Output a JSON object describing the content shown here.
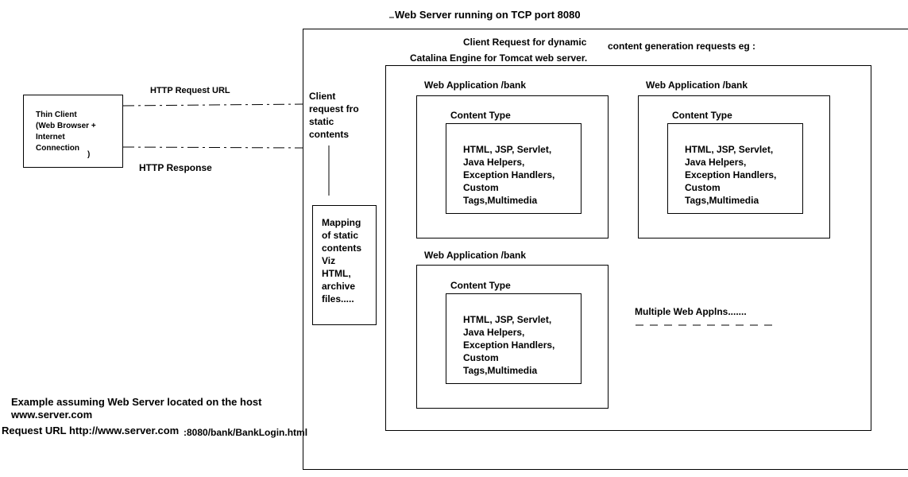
{
  "header": {
    "server_title": "Web Server running on TCP port 8080",
    "dynamic_request_line1": "Client Request for dynamic",
    "dynamic_request_line2": "content generation requests eg :",
    "engine_title": "Catalina Engine for Tomcat web server."
  },
  "client": {
    "label": "Thin  Client\n(Web Browser +\nInternet\nConnection",
    "closing_paren": ")",
    "request_label": "HTTP Request URL",
    "response_label": "HTTP Response"
  },
  "static_request": {
    "label": "Client\nrequest fro\nstatic\ncontents"
  },
  "mapping": {
    "label": "Mapping\nof static\ncontents\nViz\nHTML,\narchive\nfiles....."
  },
  "web_apps": [
    {
      "title": "Web Application /bank",
      "content_type_label": "Content Type",
      "content": "HTML, JSP, Servlet,\nJava Helpers,\nException Handlers,\nCustom\nTags,Multimedia"
    },
    {
      "title": "Web Application /bank",
      "content_type_label": "Content Type",
      "content": "HTML, JSP, Servlet,\nJava Helpers,\nException Handlers,\nCustom\nTags,Multimedia"
    },
    {
      "title": "Web Application /bank",
      "content_type_label": "Content Type",
      "content": "HTML, JSP, Servlet,\nJava Helpers,\nException Handlers,\nCustom\nTags,Multimedia"
    }
  ],
  "multiple_apps": "Multiple Web Applns.......",
  "example": {
    "line1": "Example assuming Web Server located on the host",
    "line2": "www.server.com",
    "request_url_part1": "Request URL http://www.server.com",
    "request_url_part2": ":8080/bank/BankLogin.html"
  }
}
